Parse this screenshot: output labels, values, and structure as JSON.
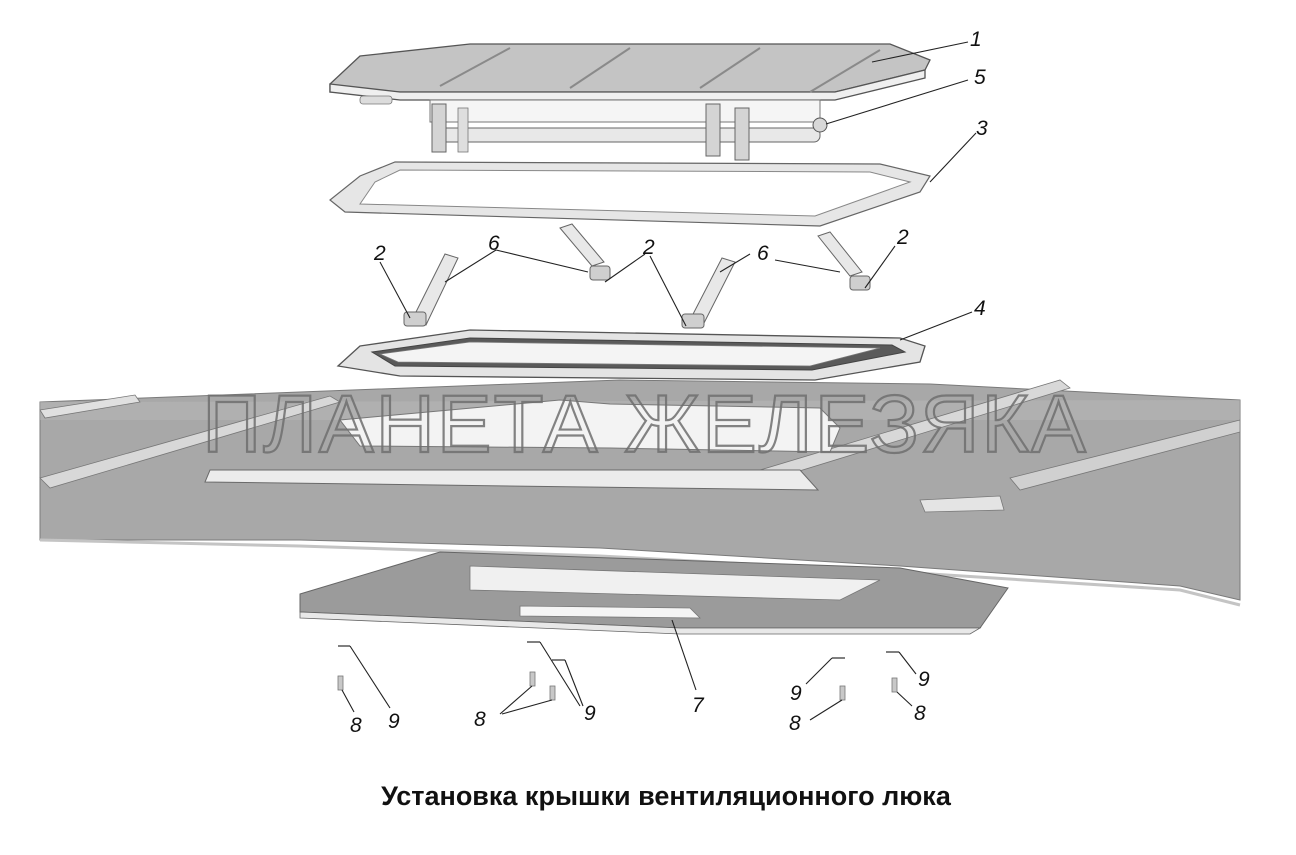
{
  "caption": "Установка крышки вентиляционного люка",
  "watermark": "ПЛАНЕТА ЖЕЛЕЗЯКА",
  "callouts": {
    "c1": "1",
    "c5": "5",
    "c3": "3",
    "c2a": "2",
    "c6a": "6",
    "c2b": "2",
    "c6b": "6",
    "c2c": "2",
    "c4": "4",
    "c7": "7",
    "c8a": "8",
    "c9a": "9",
    "c8b": "8",
    "c9b": "9",
    "c9c": "9",
    "c8c": "8",
    "c9d": "9",
    "c8d": "8"
  },
  "colors": {
    "part_light": "#f2f2f2",
    "part_mid": "#c9c9c9",
    "part_dark": "#8a8a8a",
    "roof": "#a9a9a9"
  }
}
